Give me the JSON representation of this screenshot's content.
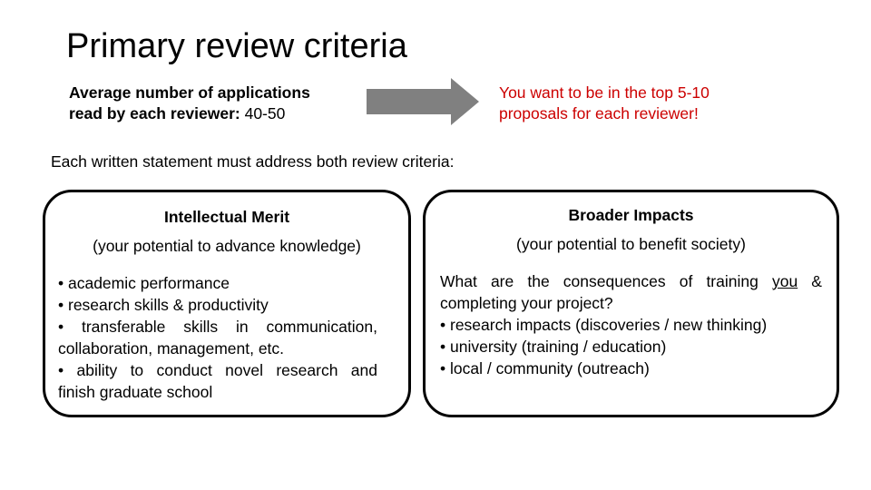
{
  "slide": {
    "title": "Primary review criteria",
    "reviewer_load": {
      "label": "Average number of applications read by each reviewer:",
      "label_line1": "Average number of applications",
      "label_line2": "read by each reviewer:",
      "value": "40-50"
    },
    "arrow_icon": "right-arrow-icon",
    "arrow_color": "#808080",
    "goal_note": {
      "line1": "You want to be in the top 5-10",
      "line2": "proposals for each reviewer!",
      "color": "#cc0000"
    },
    "intro": "Each written statement must address both review criteria:",
    "criteria": [
      {
        "title": "Intellectual Merit",
        "subtitle": "(your potential to advance knowledge)",
        "items": [
          "• academic performance",
          "• research skills & productivity",
          "• transferable skills in communication, collaboration, management, etc.",
          "• ability to conduct novel research and finish graduate school"
        ],
        "lines": [
          "• academic performance",
          "• research skills & productivity",
          "• transferable skills in communication,",
          "collaboration, management, etc.",
          "• ability to conduct novel research and",
          "finish graduate school"
        ]
      },
      {
        "title": "Broader Impacts",
        "subtitle": "(your potential to benefit society)",
        "question_pre": "What are the consequences of training",
        "question_emph": "you",
        "question_post": "&",
        "question_line2": "completing your project?",
        "items": [
          "• research impacts (discoveries / new thinking)",
          "• university (training / education)",
          "• local / community (outreach)"
        ]
      }
    ]
  }
}
